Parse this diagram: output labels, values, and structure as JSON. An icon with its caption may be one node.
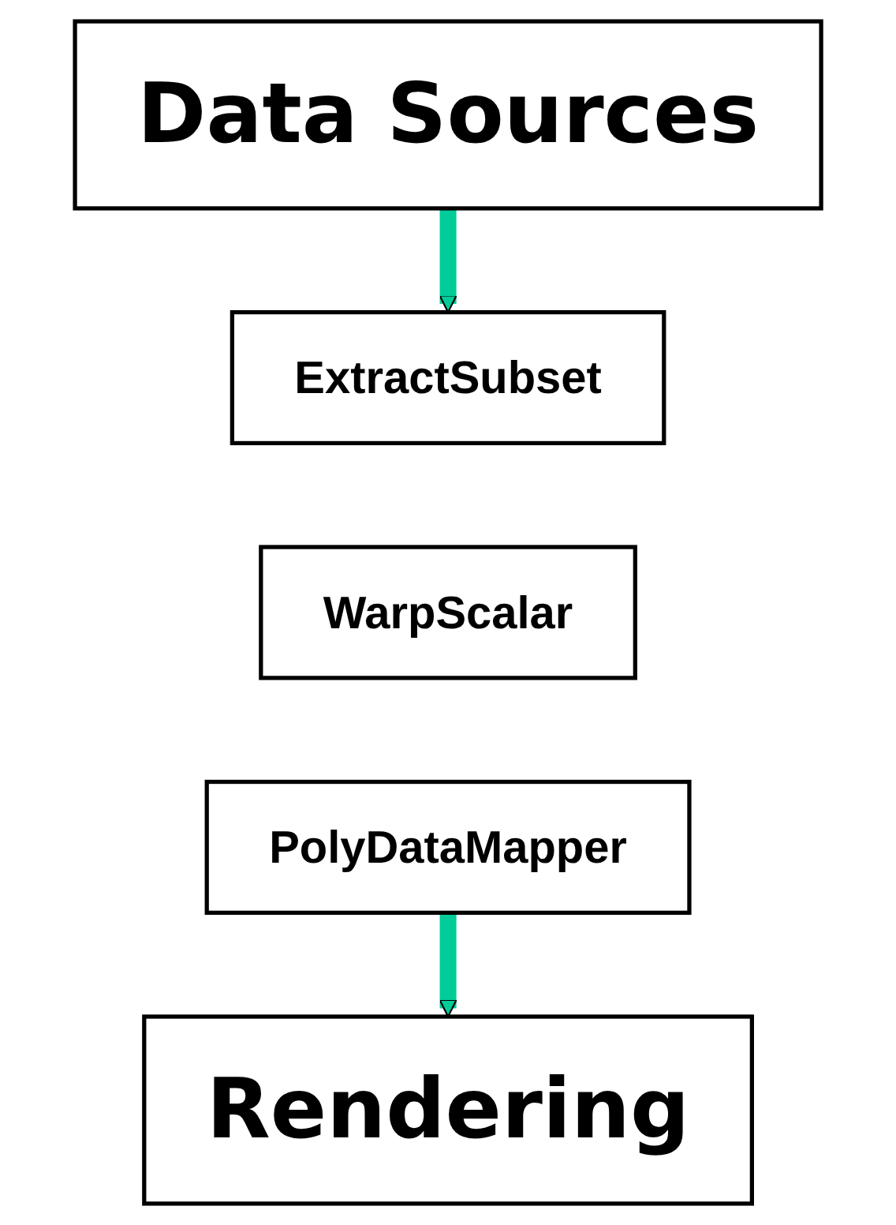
{
  "diagram": {
    "nodes": [
      {
        "text": [
          "Data Sources"
        ]
      },
      {
        "text": [
          "ExtractSubset"
        ]
      },
      {
        "text": [
          "WarpScalar"
        ]
      },
      {
        "text": [
          "PolyDataMapper"
        ]
      },
      {
        "text": [
          "Rendering"
        ]
      }
    ],
    "edges": [
      {
        "from": 0,
        "to": 1,
        "arrow": "to",
        "color": "#00cc99"
      },
      {
        "from": 3,
        "to": 4,
        "arrow": "to",
        "color": "#00cc99"
      }
    ]
  }
}
